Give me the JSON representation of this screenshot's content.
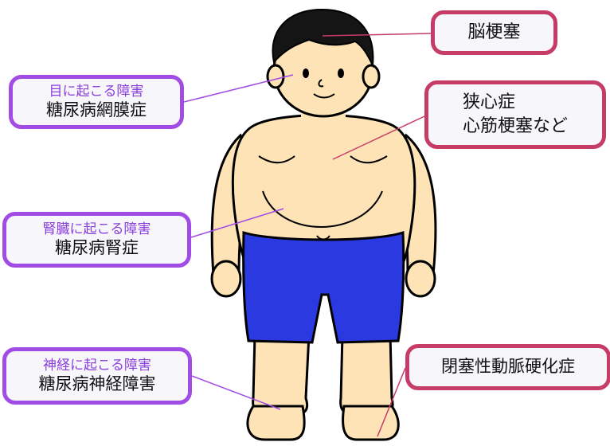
{
  "labels": {
    "brain": {
      "main": "脳梗塞"
    },
    "eye": {
      "sub": "目に起こる障害",
      "main": "糖尿病網膜症"
    },
    "heart": {
      "line1": "狭心症",
      "line2": "心筋梗塞など"
    },
    "kidney": {
      "sub": "腎臓に起こる障害",
      "main": "糖尿病腎症"
    },
    "nerve": {
      "sub": "神経に起こる障害",
      "main": "糖尿病神経障害"
    },
    "artery": {
      "main": "閉塞性動脈硬化症"
    }
  },
  "colors": {
    "purple_border": "#a24ce6",
    "pink_border": "#c73c67",
    "sub_text": "#8a3fdb",
    "skin": "#fde3b6",
    "shorts": "#2a3ae0",
    "hair": "#151515",
    "leader_purple": "#a24ce6",
    "leader_pink": "#c73c67"
  }
}
